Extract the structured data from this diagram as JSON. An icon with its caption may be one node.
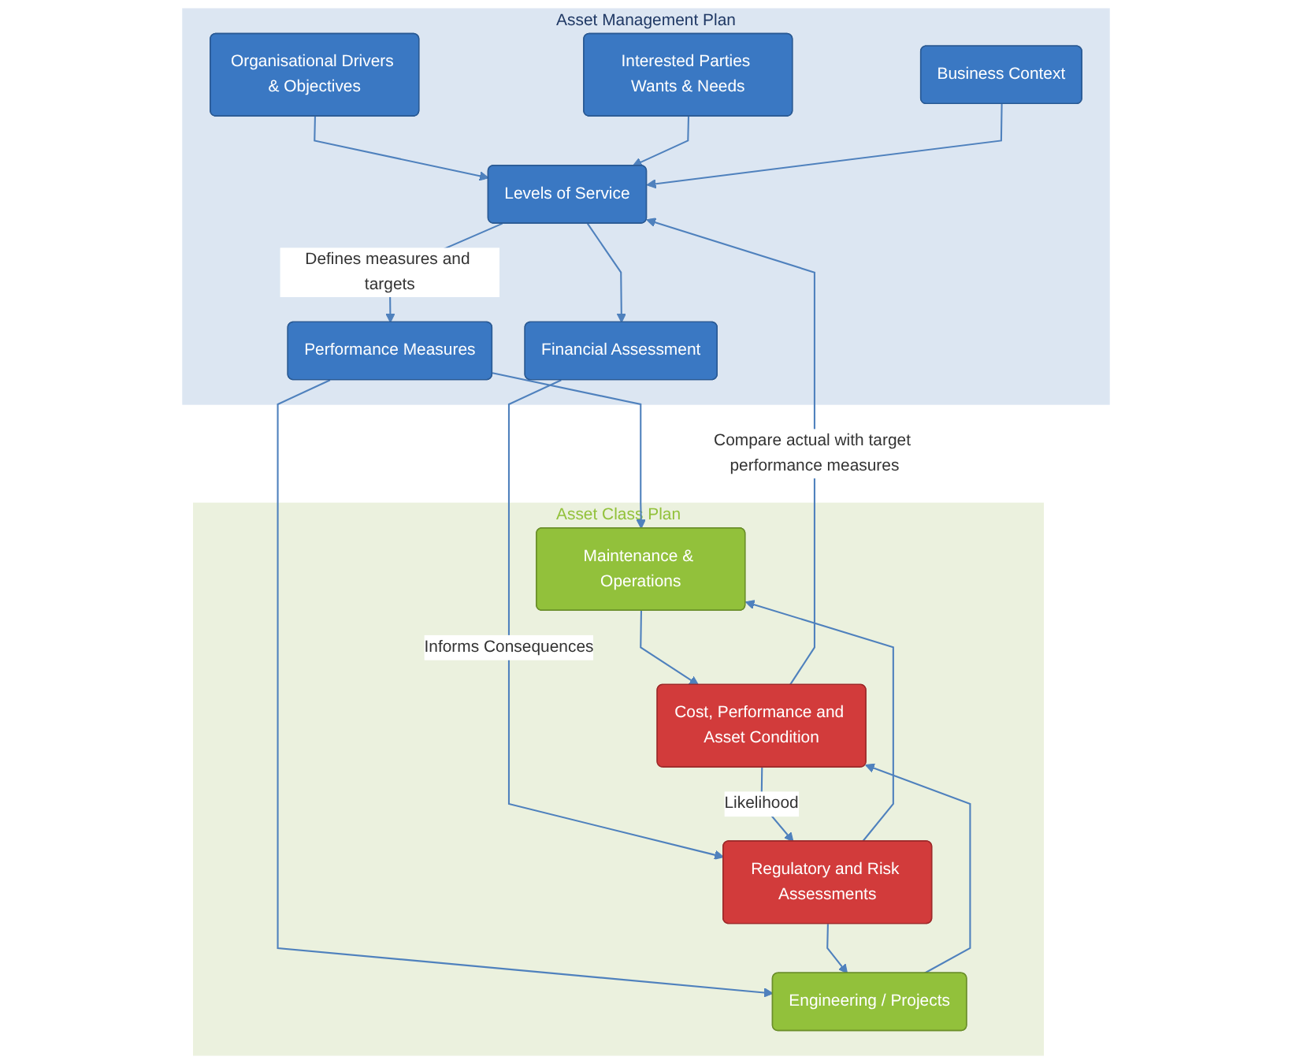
{
  "diagram": {
    "nodes": [
      {
        "text": [
          "Asset Management Plan"
        ]
      },
      {
        "text": [
          "Organisational Drivers & Objectives"
        ],
        "in": 0
      },
      {
        "text": [
          "Interested Parties Wants & Needs"
        ],
        "in": 0
      },
      {
        "text": [
          "Business Context"
        ],
        "in": 0
      },
      {
        "text": [
          "Levels of Service"
        ],
        "in": 0
      },
      {
        "text": [
          "Performance Measures"
        ],
        "in": 0
      },
      {
        "text": [
          "Financial Assessment"
        ],
        "in": 0
      },
      {
        "text": [
          "Asset Class Plan"
        ]
      },
      {
        "text": [
          "Regulatory and Risk Assessments"
        ],
        "in": 7
      },
      {
        "text": [
          "Cost, Performance and Asset Condition"
        ],
        "in": 7
      },
      {
        "text": [
          "Maintenance & Operations"
        ],
        "in": 7
      },
      {
        "text": [
          "Engineering / Projects"
        ],
        "in": 7
      }
    ],
    "edges": [
      {
        "from": 1,
        "to": 4,
        "arrow": "to"
      },
      {
        "from": 2,
        "to": 4,
        "arrow": "to"
      },
      {
        "from": 3,
        "to": 4,
        "arrow": "to"
      },
      {
        "from": 4,
        "to": 5,
        "arrow": "to",
        "label": "Defines measures and targets"
      },
      {
        "from": 4,
        "to": 6,
        "arrow": "to"
      },
      {
        "from": 6,
        "to": 8,
        "arrow": "to",
        "label": "Informs Consequences"
      },
      {
        "from": 9,
        "to": 8,
        "arrow": "to",
        "label": "Likelihood"
      },
      {
        "from": 9,
        "to": 4,
        "arrow": "to",
        "label": "Compare actual with target performance measures"
      },
      {
        "from": 5,
        "to": 10,
        "arrow": "to"
      },
      {
        "from": 5,
        "to": 11,
        "arrow": "to"
      },
      {
        "from": 8,
        "to": 10,
        "arrow": "to"
      },
      {
        "from": 8,
        "to": 11,
        "arrow": "to"
      },
      {
        "from": 10,
        "to": 9,
        "arrow": "to"
      },
      {
        "from": 11,
        "to": 9,
        "arrow": "to"
      }
    ]
  }
}
